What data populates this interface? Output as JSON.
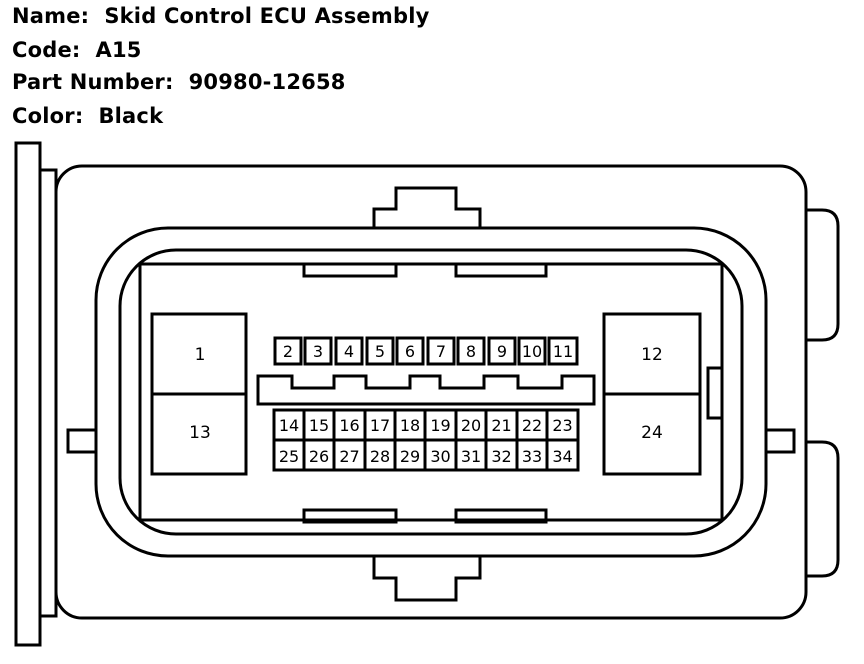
{
  "info": {
    "name_label": "Name:",
    "name_value": "Skid Control ECU Assembly",
    "code_label": "Code:",
    "code_value": "A15",
    "part_label": "Part Number:",
    "part_value": "90980-12658",
    "color_label": "Color:",
    "color_value": "Black"
  },
  "pins": {
    "p1": "1",
    "p2": "2",
    "p3": "3",
    "p4": "4",
    "p5": "5",
    "p6": "6",
    "p7": "7",
    "p8": "8",
    "p9": "9",
    "p10": "10",
    "p11": "11",
    "p12": "12",
    "p13": "13",
    "p14": "14",
    "p15": "15",
    "p16": "16",
    "p17": "17",
    "p18": "18",
    "p19": "19",
    "p20": "20",
    "p21": "21",
    "p22": "22",
    "p23": "23",
    "p24": "24",
    "p25": "25",
    "p26": "26",
    "p27": "27",
    "p28": "28",
    "p29": "29",
    "p30": "30",
    "p31": "31",
    "p32": "32",
    "p33": "33",
    "p34": "34"
  },
  "colors": {
    "line": "#000000",
    "background": "#ffffff"
  }
}
